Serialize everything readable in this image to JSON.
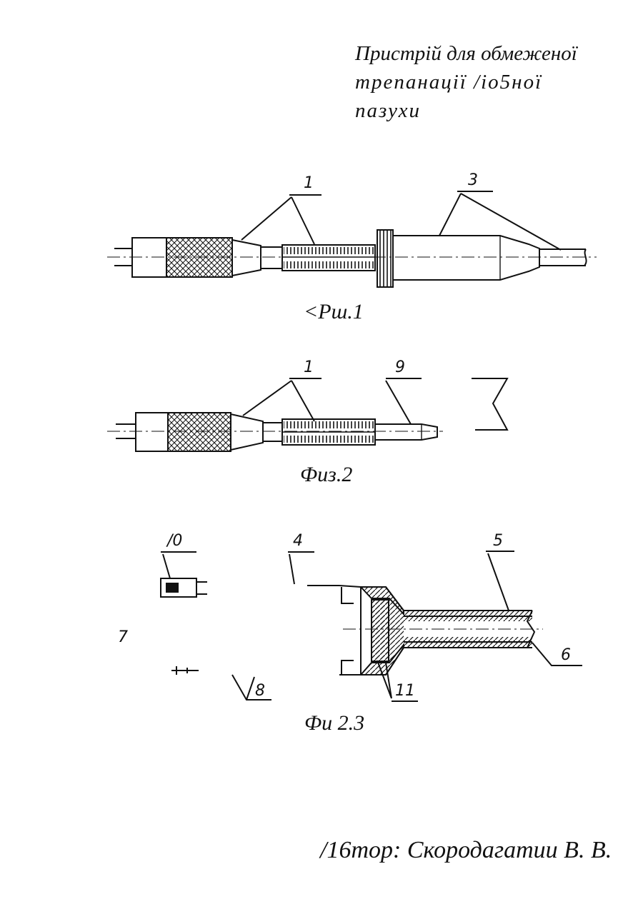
{
  "title_lines": [
    "Пристрій для обмеженої",
    "трепанації   /io5ної",
    "пазухи"
  ],
  "figures": [
    {
      "caption": "<Рш.1",
      "labels": [
        "1",
        "3"
      ]
    },
    {
      "caption": "Физ.2",
      "labels": [
        "1",
        "9"
      ]
    },
    {
      "caption": "Фи 2.3",
      "labels": [
        "/0",
        "4",
        "5",
        "6",
        "7",
        "8",
        "11"
      ]
    }
  ],
  "author": "/16тор: Скородагатии В. В."
}
